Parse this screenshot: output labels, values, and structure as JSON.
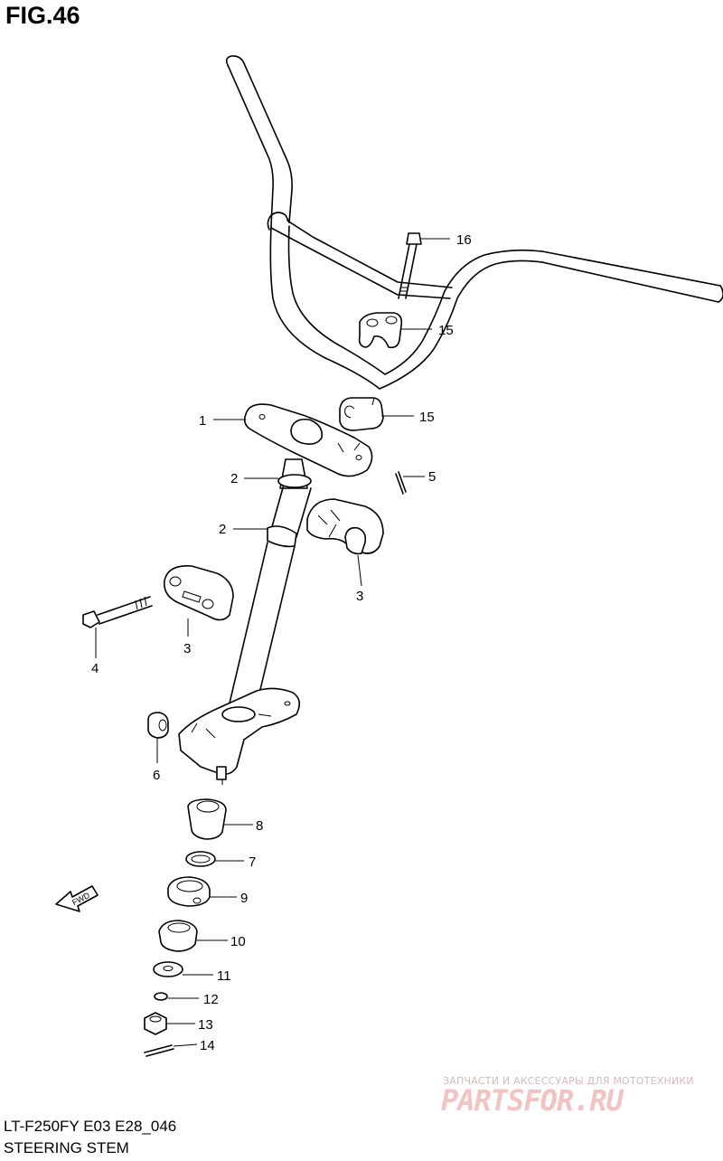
{
  "figure": {
    "title": "FIG.46",
    "model_code": "LT-F250FY E03 E28_046",
    "subtitle": "STEERING STEM"
  },
  "direction_marker": {
    "label": "FWD"
  },
  "callouts": [
    {
      "label": "16"
    },
    {
      "label": "15"
    },
    {
      "label": "15"
    },
    {
      "label": "1"
    },
    {
      "label": "2"
    },
    {
      "label": "5"
    },
    {
      "label": "2"
    },
    {
      "label": "3"
    },
    {
      "label": "4"
    },
    {
      "label": "3"
    },
    {
      "label": "6"
    },
    {
      "label": "8"
    },
    {
      "label": "7"
    },
    {
      "label": "9"
    },
    {
      "label": "10"
    },
    {
      "label": "11"
    },
    {
      "label": "12"
    },
    {
      "label": "13"
    },
    {
      "label": "14"
    }
  ],
  "watermark": {
    "tagline": "ЗАПЧАСТИ И АКСЕССУАРЫ ДЛЯ МОТОТЕХНИКИ",
    "logo_text": "PARTSFOR.RU"
  }
}
